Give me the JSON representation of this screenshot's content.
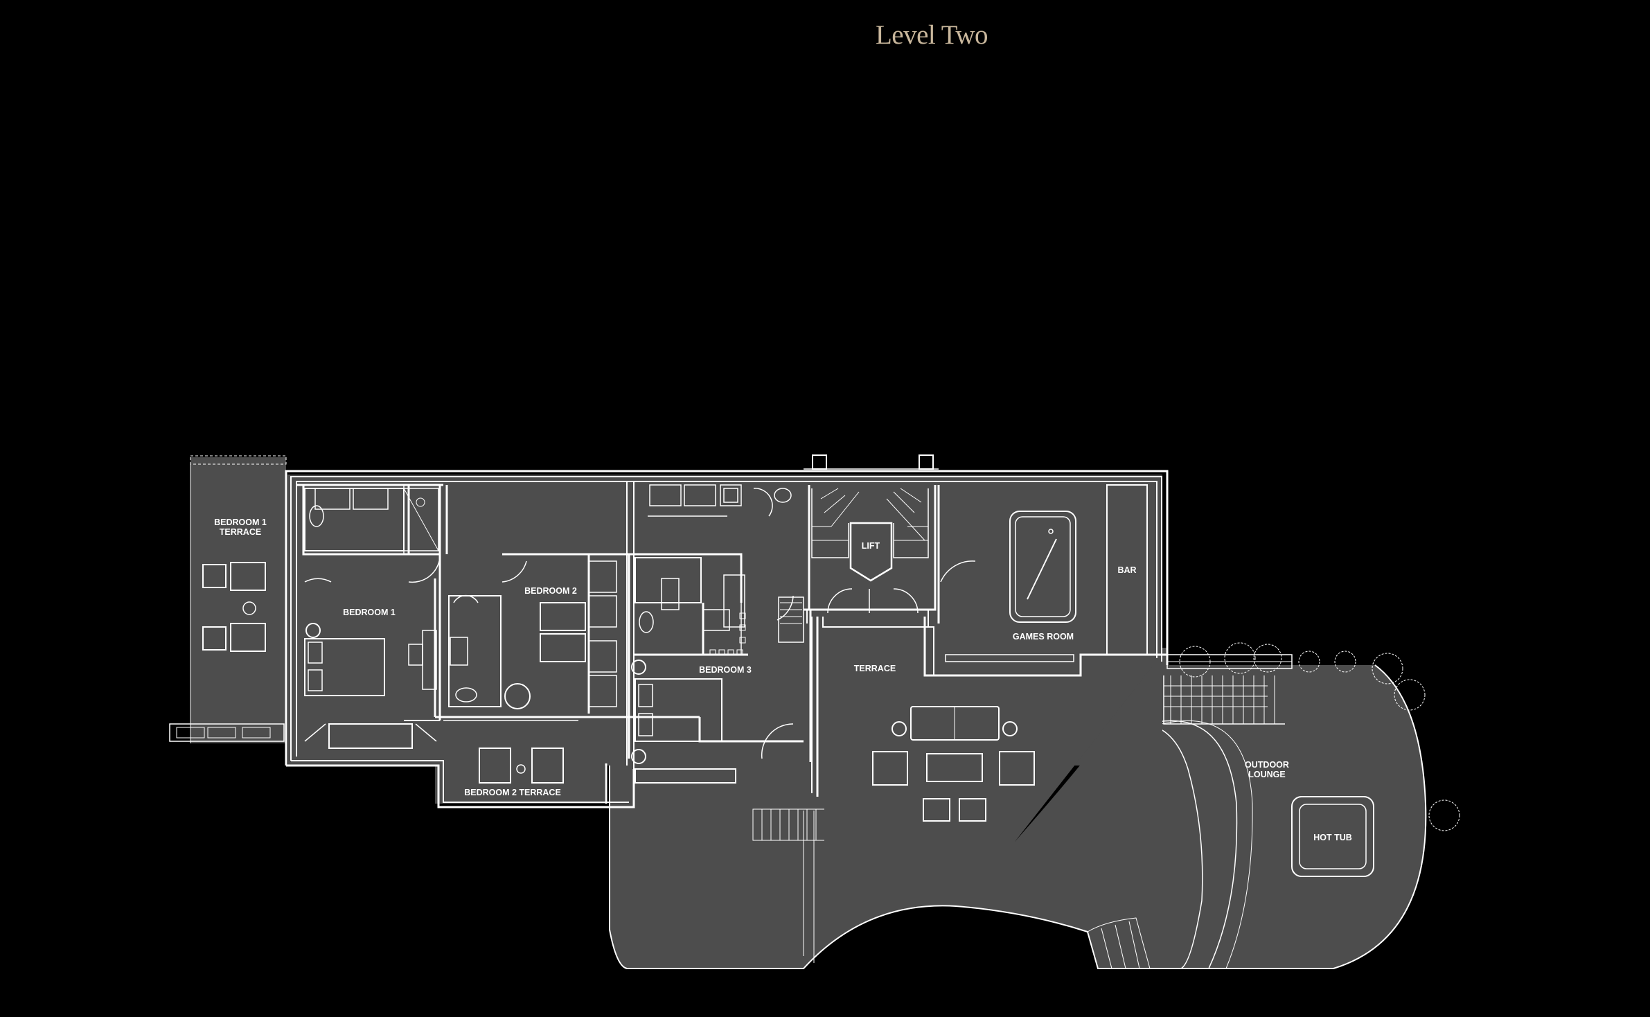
{
  "page": {
    "title": "Level Two"
  },
  "colors": {
    "background": "#000000",
    "floor": "#4d4d4d",
    "walls": "#ffffff",
    "title": "#c9b79c"
  },
  "rooms": {
    "bedroom1_terrace": [
      "BEDROOM 1",
      "TERRACE"
    ],
    "bedroom1": "BEDROOM 1",
    "bedroom2": "BEDROOM 2",
    "bedroom2_terrace": "BEDROOM 2 TERRACE",
    "bedroom3": "BEDROOM 3",
    "lift": "LIFT",
    "games_room": "GAMES ROOM",
    "bar": "BAR",
    "terrace": "TERRACE",
    "outdoor_lounge": [
      "OUTDOOR",
      "LOUNGE"
    ],
    "hot_tub": "HOT TUB"
  }
}
